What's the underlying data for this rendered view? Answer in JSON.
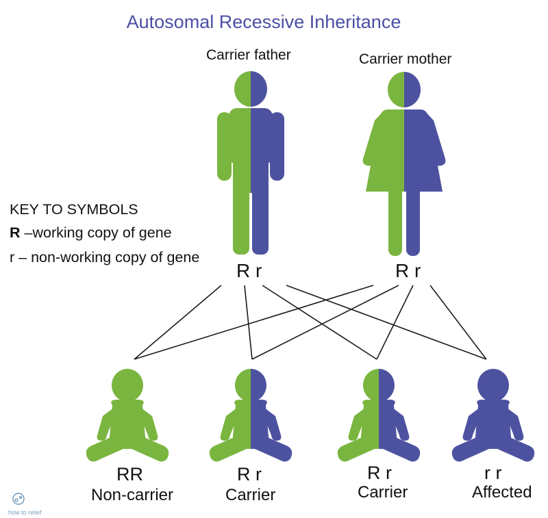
{
  "title": "Autosomal Recessive Inheritance",
  "colors": {
    "working_gene": "#7ab53f",
    "nonworking_gene": "#4d52a0",
    "title": "#4b4fa3",
    "lines": "#1a1a1a"
  },
  "parents": {
    "father": {
      "label": "Carrier father",
      "genotype": "R r",
      "icon": "male-figure-icon"
    },
    "mother": {
      "label": "Carrier mother",
      "genotype": "R r",
      "icon": "female-figure-icon"
    }
  },
  "key": {
    "heading": "KEY TO SYMBOLS",
    "items": [
      {
        "symbol": "R",
        "text": " –working copy of gene"
      },
      {
        "symbol": "r",
        "text": "  – non-working copy of gene"
      }
    ]
  },
  "children": [
    {
      "genotype": "RR",
      "label": "Non-carrier",
      "coloring": "all working"
    },
    {
      "genotype": "R r",
      "label": "Carrier",
      "coloring": "half working, half non-working"
    },
    {
      "genotype": "R r",
      "label": "Carrier",
      "coloring": "half working, half non-working"
    },
    {
      "genotype": "r r",
      "label": "Affected",
      "coloring": "all non-working"
    }
  ],
  "watermark": "how to relief"
}
